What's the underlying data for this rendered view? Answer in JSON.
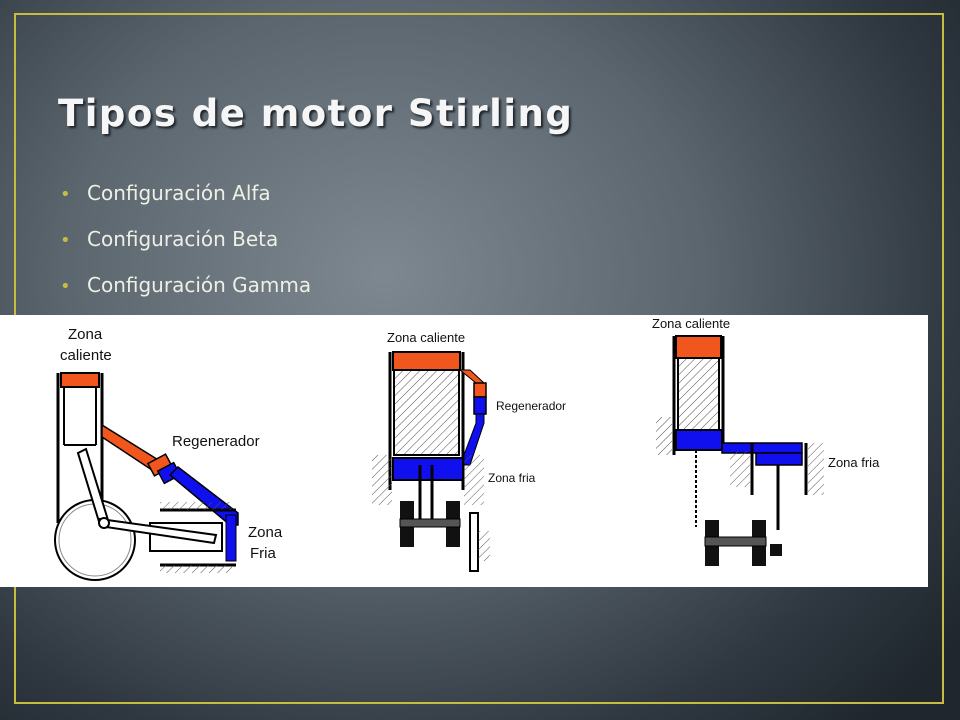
{
  "slide": {
    "title": "Tipos de motor Stirling",
    "bullets": [
      "Configuración Alfa",
      "Configuración Beta",
      "Configuración Gamma"
    ]
  },
  "diagram": {
    "alfa": {
      "hot_zone_line1": "Zona",
      "hot_zone_line2": "caliente",
      "regenerator": "Regenerador",
      "cold_zone_line1": "Zona",
      "cold_zone_line2": "Fria"
    },
    "beta": {
      "hot_zone": "Zona caliente",
      "regenerator": "Regenerador",
      "cold_zone": "Zona fria"
    },
    "gamma": {
      "hot_zone": "Zona caliente",
      "cold_zone": "Zona fria"
    }
  },
  "colors": {
    "accent": "#c8bb42",
    "hot": "#f0561e",
    "cold": "#1010ee"
  }
}
